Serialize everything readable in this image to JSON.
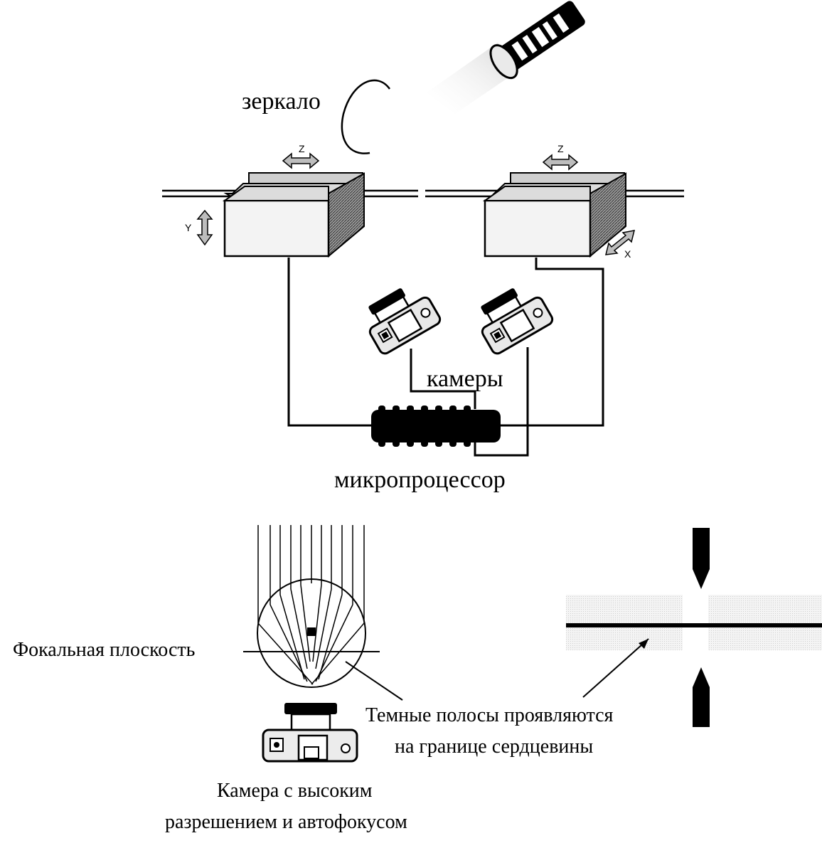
{
  "labels": {
    "mirror": "зеркало",
    "cameras": "камеры",
    "microprocessor": "микропроцессор",
    "focal_plane": "Фокальная плоскость",
    "dark_bands_line1": "Темные полосы проявляются",
    "dark_bands_line2": "на границе сердцевины",
    "hires_camera_line1": "Камера с высоким",
    "hires_camera_line2": "разрешением и автофокусом"
  },
  "axes": {
    "left_stage_z": "Z",
    "left_stage_y": "Y",
    "right_stage_z": "Z",
    "right_stage_x": "X"
  },
  "colors": {
    "ink": "#000000",
    "block_face": "#f3f3f3",
    "block_top": "#dcdcdc",
    "block_side": "#8a8a8a",
    "arrow_fill": "#bdbdbd",
    "fiber_band": "#e6e6e6"
  }
}
